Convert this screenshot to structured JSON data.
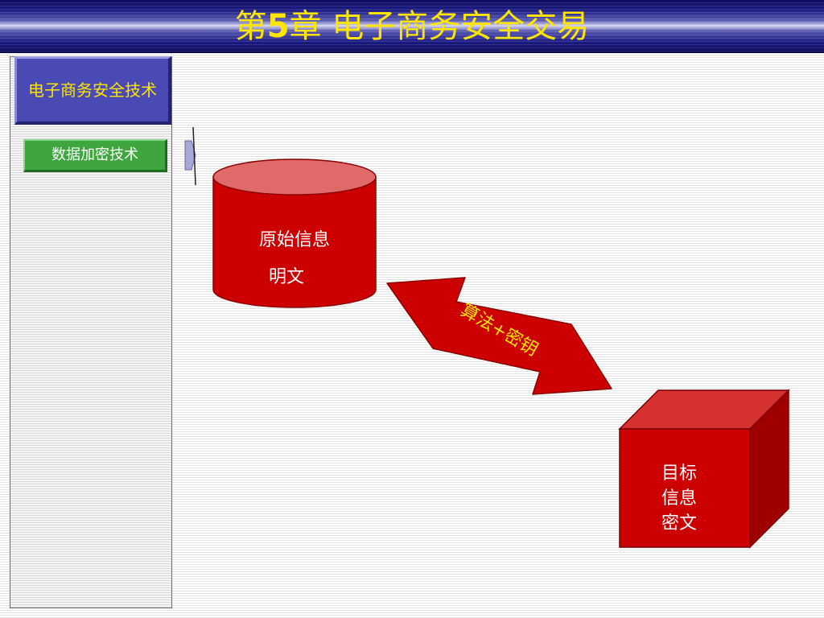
{
  "header": {
    "title_prefix": "第",
    "title_number": "5",
    "title_suffix": "章 电子商务安全交易"
  },
  "sidebar": {
    "items": [
      {
        "label": "电子商务安全技术",
        "selected": true
      },
      {
        "label": "数据加密技术",
        "selected": false
      }
    ]
  },
  "diagram": {
    "plaintext": {
      "line1": "原始信息",
      "line2": "明文"
    },
    "transform": {
      "label": "算法+密钥"
    },
    "ciphertext": {
      "line1": "目标",
      "line2": "信息",
      "line3": "密文"
    }
  },
  "colors": {
    "header_text": "#ffe600",
    "shape_red": "#cc0000",
    "shape_red_top": "#e06060",
    "nav_blue": "#4a4ab4",
    "nav_green": "#3fa63f"
  }
}
